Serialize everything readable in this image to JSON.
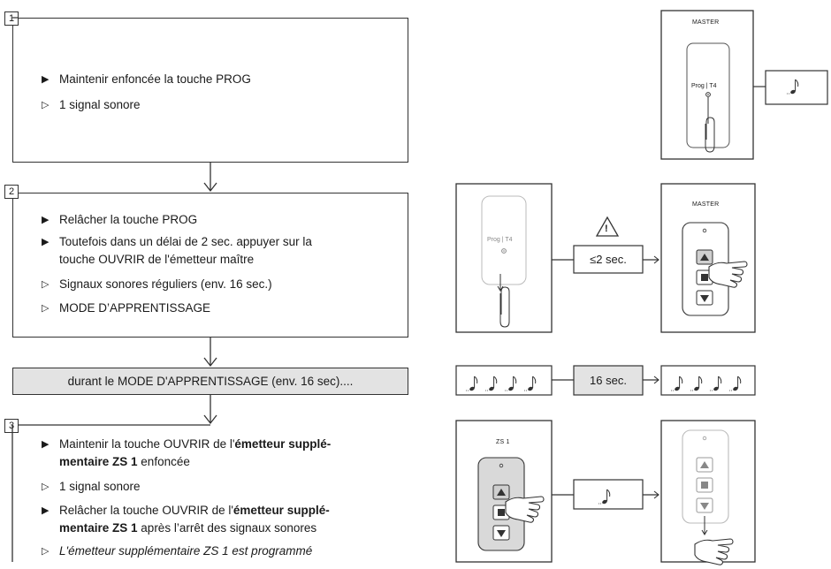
{
  "steps": {
    "s1": {
      "num": "1",
      "line1": "Maintenir enfoncée la touche PROG",
      "line2": "1 signal sonore"
    },
    "s2": {
      "num": "2",
      "line1": "Relâcher la touche PROG",
      "line2": "Toutefois dans un délai de 2 sec. appuyer sur la",
      "line2b": "touche OUVRIR de l'émetteur maître",
      "line3": "Signaux sonores réguliers (env. 16 sec.)",
      "line4": "MODE D’APPRENTISSAGE"
    },
    "during": "durant le MODE D'APPRENTISSAGE (env. 16 sec)....",
    "s3": {
      "num": "3",
      "line1_a": "Maintenir la touche OUVRIR de l'",
      "line1_b": "émetteur supplé-",
      "line1c_b": "mentaire ZS 1",
      "line1c_c": " enfoncée",
      "line2": "1 signal sonore",
      "line3_a": "Relâcher la touche OUVRIR de l'",
      "line3_b": "émetteur supplé-",
      "line3c_b": "mentaire ZS 1",
      "line3c_c": " après l’arrêt des signaux sonores",
      "line4": "L'émetteur supplémentaire ZS 1 est programmé"
    }
  },
  "bullets": {
    "action": "▶",
    "result": "▷"
  },
  "figures": {
    "master": "MASTER",
    "prog": "Prog | T4",
    "time2": "≤2 sec.",
    "time16": "16 sec.",
    "zs1": "ZS 1",
    "warning": "!"
  },
  "colors": {
    "accent_grey": "#e3e3e3",
    "line": "#333333"
  }
}
